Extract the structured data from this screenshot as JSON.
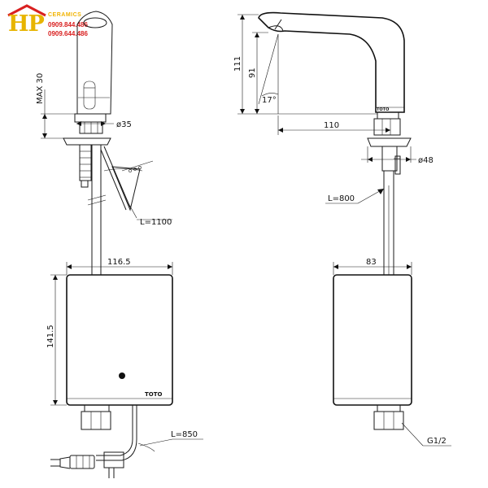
{
  "logo": {
    "mark": "HP",
    "brand": "CERAMICS",
    "phone_1": "0909.844.486",
    "phone_2": "0909.644.486",
    "colors": {
      "mark": "#e7b400",
      "phone": "#d92020"
    }
  },
  "dimensions": {
    "max_30": "MAX 30",
    "dia_35": "ø35",
    "l_1100": "L=1100",
    "w_116_5": "116.5",
    "h_141_5": "141.5",
    "l_850": "L=850",
    "h_111": "111",
    "h_91": "91",
    "angle_17": "17°",
    "reach_110": "110",
    "dia_48": "ø48",
    "l_800": "L=800",
    "w_83": "83",
    "g_1_2": "G1/2"
  },
  "product_labels": {
    "body_brand": "TOTO",
    "spout_brand": "TOTO"
  }
}
